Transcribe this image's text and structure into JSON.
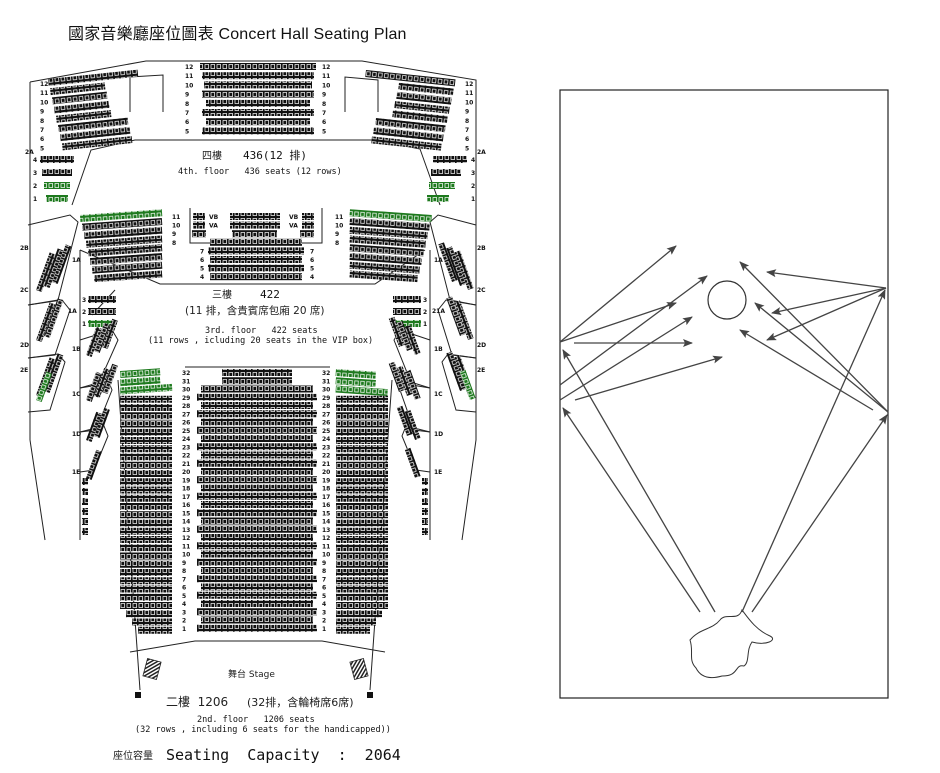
{
  "title": "國家音樂廳座位圖表 Concert Hall Seating Plan",
  "floor4": {
    "zh": "四樓",
    "count": "436(12 排)",
    "en": "4th. floor   436 seats (12 rows)",
    "rows": [
      "12",
      "11",
      "10",
      "9",
      "8",
      "7",
      "6",
      "5"
    ],
    "side_label": "2A",
    "side_rows": [
      "4",
      "3",
      "2",
      "1"
    ]
  },
  "floor3": {
    "zh": "三樓",
    "count": "422",
    "zh_detail": "(11 排，含貴賓席包廂 20 席)",
    "en": "3rd. floor   422 seats",
    "en_detail": "(11 rows , icluding 20 seats in the VIP box)",
    "rows": [
      "11",
      "10",
      "9",
      "8",
      "7",
      "6",
      "5",
      "4"
    ],
    "vip_labels": [
      "VB",
      "VA"
    ],
    "side_rows": [
      "3",
      "2",
      "1"
    ],
    "left_labels": [
      "1A",
      "1A",
      "1B",
      "1C",
      "1D",
      "1E"
    ],
    "right_labels": [
      "1A",
      "21A",
      "1B",
      "1C",
      "1D",
      "1E"
    ],
    "outer_labels": [
      "2B",
      "2C",
      "2D",
      "2E"
    ]
  },
  "floor2": {
    "rows": [
      "32",
      "31",
      "30",
      "29",
      "28",
      "27",
      "26",
      "25",
      "24",
      "23",
      "22",
      "21",
      "20",
      "19",
      "18",
      "17",
      "16",
      "15",
      "14",
      "13",
      "12",
      "11",
      "10",
      "9",
      "8",
      "7",
      "6",
      "5",
      "4",
      "3",
      "2",
      "1"
    ],
    "stage": "舞台 Stage",
    "zh": "二樓  1206",
    "zh_detail": "(32排，含輪椅席6席)",
    "en": "2nd. floor   1206 seats",
    "en_detail": "(32 rows , including 6 seats for the handicapped))"
  },
  "capacity": {
    "zh": "座位容量",
    "en": "Seating  Capacity  :  2064"
  },
  "colors": {
    "seat": "#111111",
    "accessible_seat": "#1e7a1e",
    "arrow": "#444444"
  }
}
